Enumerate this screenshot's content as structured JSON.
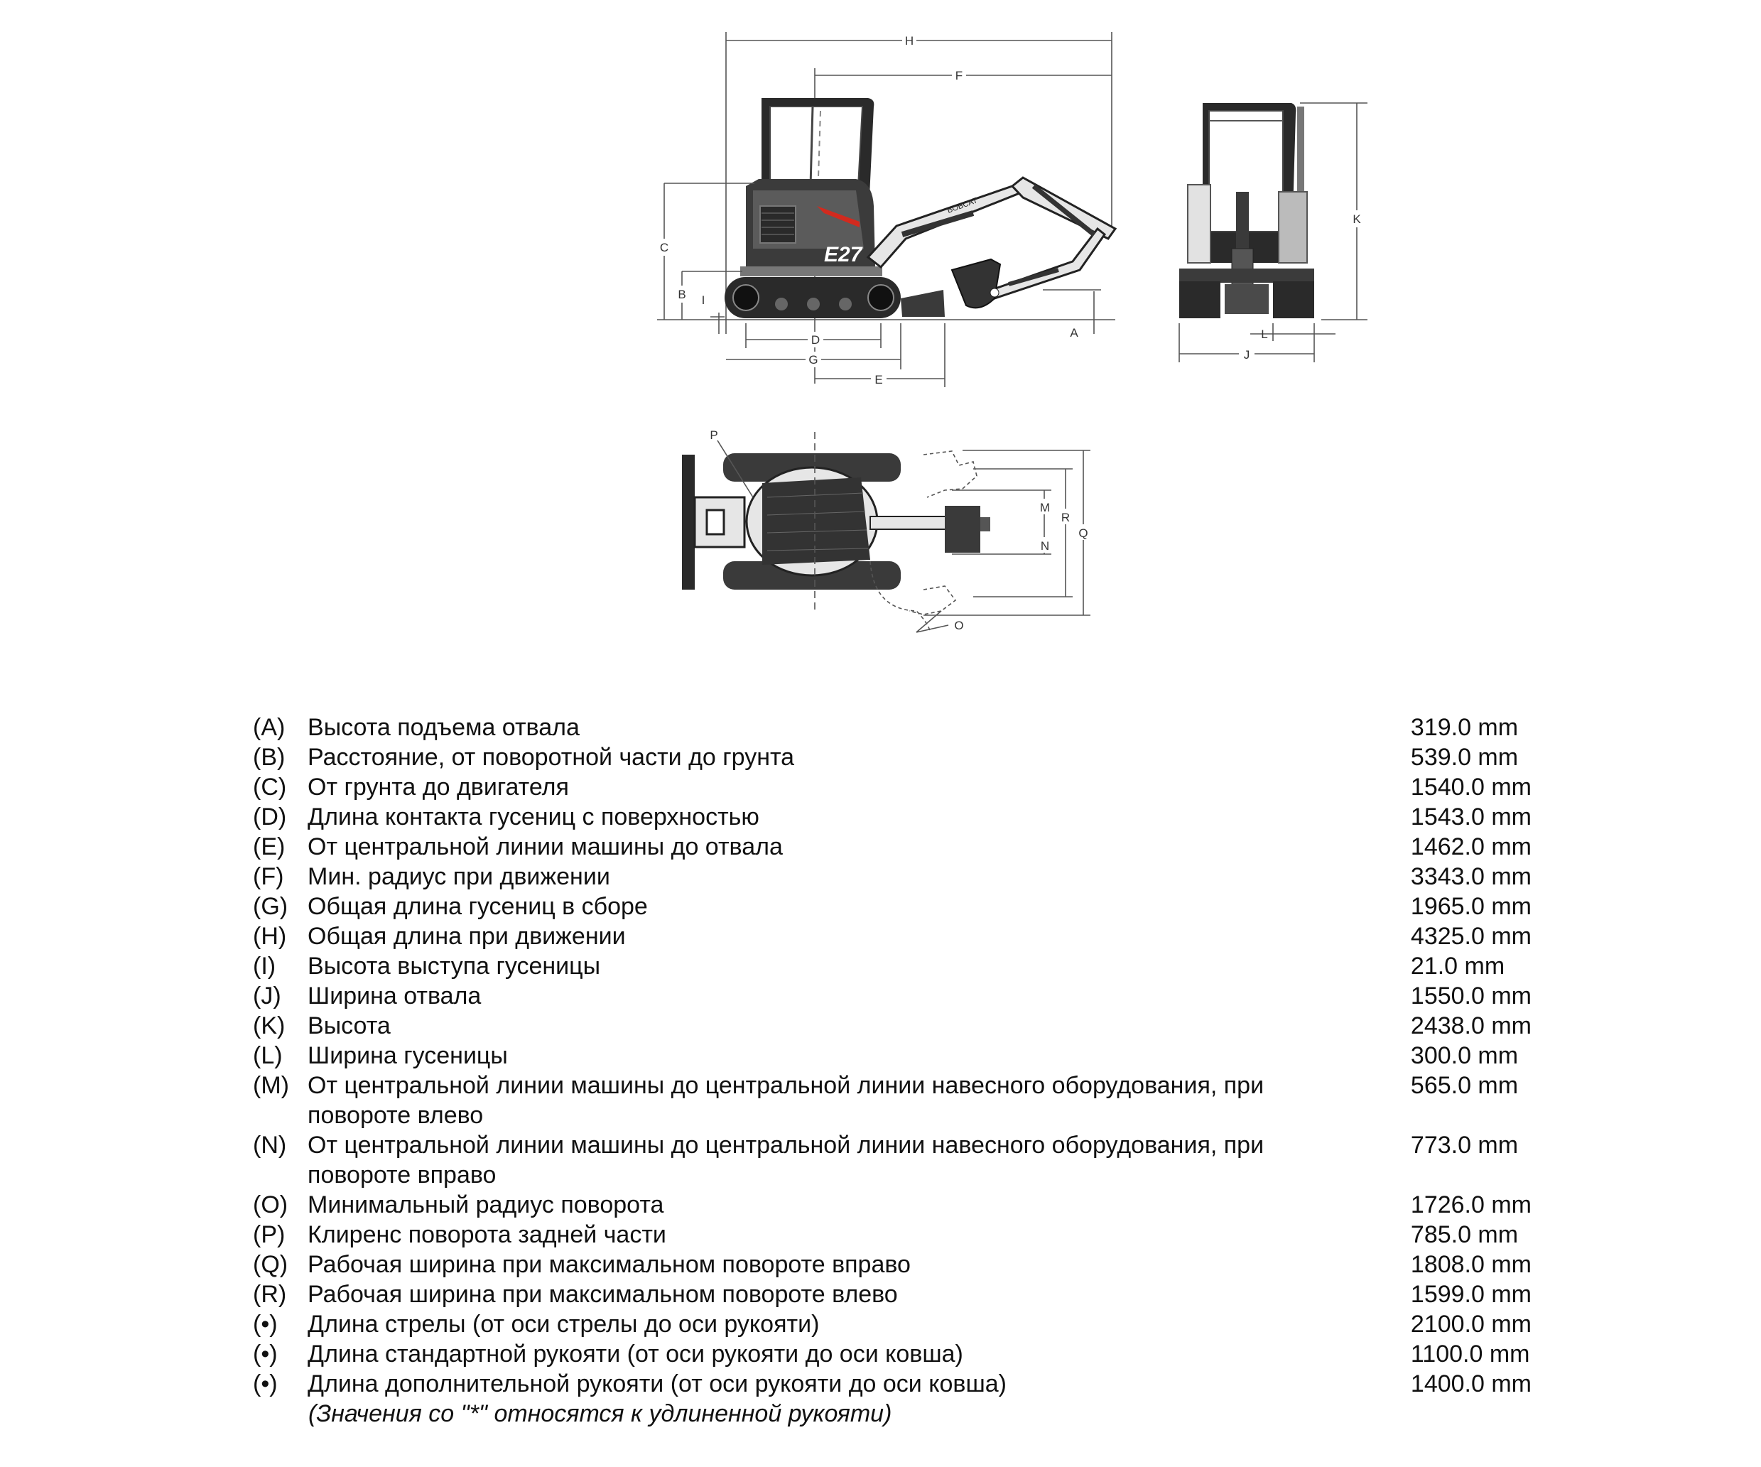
{
  "diagram": {
    "dimension_letters": [
      "A",
      "B",
      "C",
      "D",
      "E",
      "F",
      "G",
      "H",
      "I",
      "J",
      "K",
      "L",
      "M",
      "N",
      "O",
      "P",
      "Q",
      "R"
    ],
    "model_badge": "E27"
  },
  "specs": [
    {
      "code": "(A)",
      "lines": [
        "Высота подъема отвала"
      ],
      "value": "319.0 mm"
    },
    {
      "code": "(B)",
      "lines": [
        "Расстояние, от поворотной части до грунта"
      ],
      "value": "539.0 mm"
    },
    {
      "code": "(C)",
      "lines": [
        "От грунта до двигателя"
      ],
      "value": "1540.0 mm"
    },
    {
      "code": "(D)",
      "lines": [
        "Длина контакта гусениц с поверхностью"
      ],
      "value": "1543.0 mm"
    },
    {
      "code": "(E)",
      "lines": [
        "От центральной линии машины до отвала"
      ],
      "value": "1462.0 mm"
    },
    {
      "code": "(F)",
      "lines": [
        "Мин. радиус при движении"
      ],
      "value": "3343.0 mm"
    },
    {
      "code": "(G)",
      "lines": [
        "Общая длина гусениц в сборе"
      ],
      "value": "1965.0 mm"
    },
    {
      "code": "(H)",
      "lines": [
        "Общая длина при движении"
      ],
      "value": "4325.0 mm"
    },
    {
      "code": "(I)",
      "lines": [
        "Высота выступа гусеницы"
      ],
      "value": "21.0 mm"
    },
    {
      "code": "(J)",
      "lines": [
        "Ширина отвала"
      ],
      "value": "1550.0 mm"
    },
    {
      "code": "(K)",
      "lines": [
        "Высота"
      ],
      "value": "2438.0 mm"
    },
    {
      "code": "(L)",
      "lines": [
        "Ширина гусеницы"
      ],
      "value": "300.0 mm"
    },
    {
      "code": "(M)",
      "lines": [
        "От центральной линии машины до центральной линии навесного оборудования, при",
        "повороте влево"
      ],
      "value": "565.0 mm"
    },
    {
      "code": "(N)",
      "lines": [
        "От центральной линии машины до центральной линии навесного оборудования, при",
        "повороте вправо"
      ],
      "value": "773.0 mm"
    },
    {
      "code": "(O)",
      "lines": [
        "Минимальный радиус поворота"
      ],
      "value": "1726.0 mm"
    },
    {
      "code": "(P)",
      "lines": [
        "Клиренс поворота задней части"
      ],
      "value": "785.0 mm"
    },
    {
      "code": "(Q)",
      "lines": [
        "Рабочая ширина при максимальном повороте вправо"
      ],
      "value": "1808.0 mm"
    },
    {
      "code": "(R)",
      "lines": [
        "Рабочая ширина при максимальном повороте влево"
      ],
      "value": "1599.0 mm"
    },
    {
      "code": "(•)",
      "lines": [
        "Длина стрелы (от оси стрелы до оси рукояти)"
      ],
      "value": "2100.0 mm"
    },
    {
      "code": "(•)",
      "lines": [
        "Длина стандартной рукояти (от оси рукояти до оси ковша)"
      ],
      "value": "1100.0 mm"
    },
    {
      "code": "(•)",
      "lines": [
        "Длина дополнительной рукояти (от оси рукояти до оси ковша)"
      ],
      "value": "1400.0 mm"
    }
  ],
  "note": "(Значения со \"*\" относятся к удлиненной рукояти)"
}
